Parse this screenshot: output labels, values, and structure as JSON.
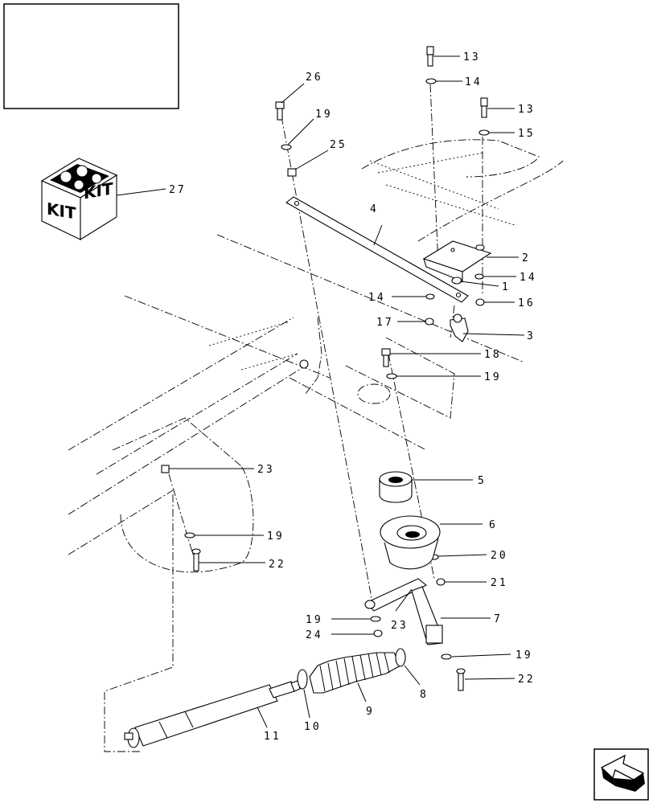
{
  "diagram": {
    "title_box_text": "",
    "kit_labels": [
      "KIT",
      "KIT"
    ],
    "callouts": [
      {
        "id": "c26",
        "text": "26"
      },
      {
        "id": "c19a",
        "text": "19"
      },
      {
        "id": "c25",
        "text": "25"
      },
      {
        "id": "c13a",
        "text": "13"
      },
      {
        "id": "c14a",
        "text": "14"
      },
      {
        "id": "c13b",
        "text": "13"
      },
      {
        "id": "c15",
        "text": "15"
      },
      {
        "id": "c27",
        "text": "27"
      },
      {
        "id": "c4",
        "text": "4"
      },
      {
        "id": "c2",
        "text": "2"
      },
      {
        "id": "c14b",
        "text": "14"
      },
      {
        "id": "c1",
        "text": "1"
      },
      {
        "id": "c14c",
        "text": "14"
      },
      {
        "id": "c16",
        "text": "16"
      },
      {
        "id": "c17",
        "text": "17"
      },
      {
        "id": "c3",
        "text": "3"
      },
      {
        "id": "c18",
        "text": "18"
      },
      {
        "id": "c19b",
        "text": "19"
      },
      {
        "id": "c5",
        "text": "5"
      },
      {
        "id": "c23a",
        "text": "23"
      },
      {
        "id": "c6",
        "text": "6"
      },
      {
        "id": "c19c",
        "text": "19"
      },
      {
        "id": "c22a",
        "text": "22"
      },
      {
        "id": "c20",
        "text": "20"
      },
      {
        "id": "c21",
        "text": "21"
      },
      {
        "id": "c19d",
        "text": "19"
      },
      {
        "id": "c23b",
        "text": "23"
      },
      {
        "id": "c7",
        "text": "7"
      },
      {
        "id": "c24",
        "text": "24"
      },
      {
        "id": "c19e",
        "text": "19"
      },
      {
        "id": "c22b",
        "text": "22"
      },
      {
        "id": "c8",
        "text": "8"
      },
      {
        "id": "c9",
        "text": "9"
      },
      {
        "id": "c10",
        "text": "10"
      },
      {
        "id": "c11",
        "text": "11"
      }
    ]
  }
}
